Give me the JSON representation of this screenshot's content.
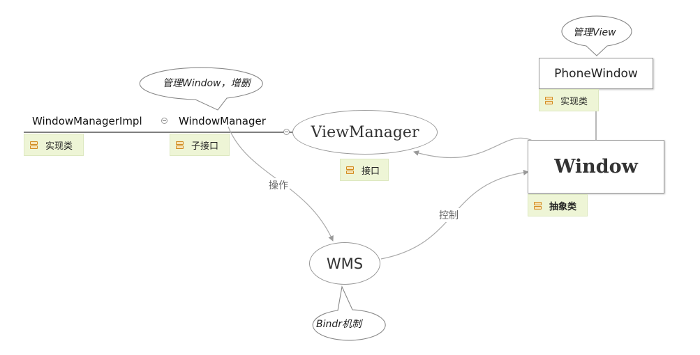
{
  "nodes": {
    "window_manager_impl": {
      "label": "WindowManagerImpl",
      "tag": "实现类"
    },
    "window_manager": {
      "label": "WindowManager",
      "tag": "子接口"
    },
    "view_manager": {
      "label": "ViewManager",
      "tag": "接口"
    },
    "window": {
      "label": "Window",
      "tag": "抽象类"
    },
    "phone_window": {
      "label": "PhoneWindow",
      "tag": "实现类"
    },
    "wms": {
      "label": "WMS"
    }
  },
  "callouts": {
    "window_manager": "管理Window，增删",
    "phone_window": "管理View",
    "wms": "Bindr机制"
  },
  "edge_labels": {
    "wm_to_wms": "操作",
    "wms_to_window": "控制"
  },
  "colors": {
    "tag_background": "#eef5d6",
    "tag_icon": "#d28a1d",
    "line": "#aaaaaa",
    "border": "#999999"
  },
  "icons": {
    "tag": "tag-icon",
    "collapse": "collapse-icon"
  }
}
